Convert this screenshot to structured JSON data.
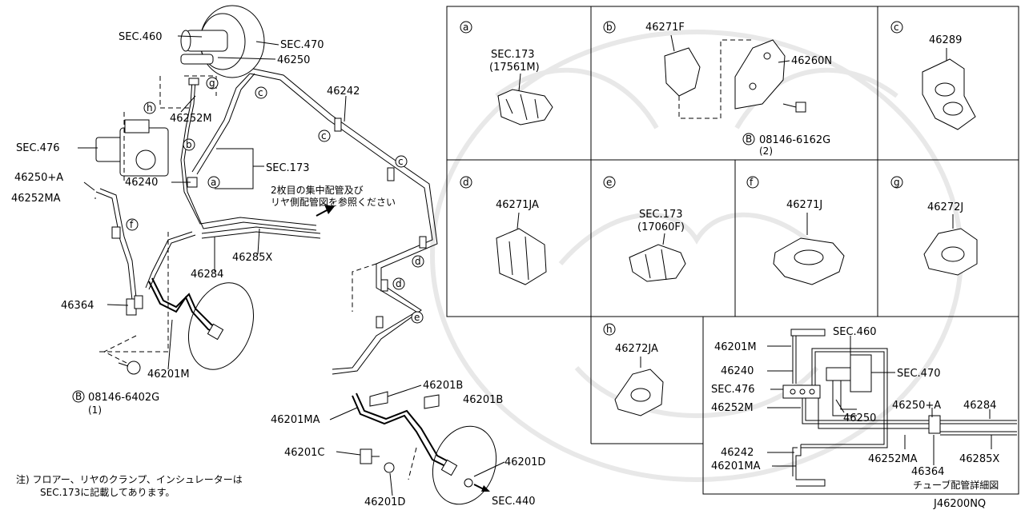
{
  "labels": {
    "sec460": "SEC.460",
    "sec470": "SEC.470",
    "p46250": "46250",
    "p46252M": "46252M",
    "sec476": "SEC.476",
    "p46250A": "46250+A",
    "p46252MA": "46252MA",
    "p46240": "46240",
    "sec173": "SEC.173",
    "p46242": "46242",
    "p46285X": "46285X",
    "p46284": "46284",
    "p46364": "46364",
    "p46201M": "46201M",
    "bolt_main": "08146-6402G",
    "bolt_main_qty": "(1)",
    "p46201B_1": "46201B",
    "p46201B_2": "46201B",
    "p46201MA": "46201MA",
    "p46201C": "46201C",
    "p46201D_1": "46201D",
    "p46201D_2": "46201D",
    "sec440": "SEC.440",
    "jp_ref_1": "2枚目の集中配管及び",
    "jp_ref_2": "リヤ側配管図を参照ください",
    "note_1": "注) フロアー、リヤのクランプ、インシュレーターは",
    "note_2": "SEC.173に記載してあります。",
    "diagram_id": "J46200NQ"
  },
  "callouts": {
    "a": "a",
    "b": "b",
    "c": "c",
    "d": "d",
    "e": "e",
    "f": "f",
    "g": "g",
    "h": "h"
  },
  "bolt_symbol": "B",
  "panels": {
    "a": {
      "letter": "a",
      "label1": "SEC.173",
      "label2": "(17561M)"
    },
    "b": {
      "letter": "b",
      "label1": "46271F",
      "label2": "46260N",
      "bolt": "08146-6162G",
      "qty": "(2)"
    },
    "c": {
      "letter": "c",
      "label1": "46289"
    },
    "d": {
      "letter": "d",
      "label1": "46271JA"
    },
    "e": {
      "letter": "e",
      "label1": "SEC.173",
      "label2": "(17060F)"
    },
    "f": {
      "letter": "f",
      "label1": "46271J"
    },
    "g": {
      "letter": "g",
      "label1": "46272J"
    },
    "h": {
      "letter": "h",
      "label1": "46272JA"
    }
  },
  "detail": {
    "p46201M": "46201M",
    "sec460": "SEC.460",
    "p46240": "46240",
    "sec470": "SEC.470",
    "sec476": "SEC.476",
    "p46252M": "46252M",
    "p46250": "46250",
    "p46250A": "46250+A",
    "p46284": "46284",
    "p46242": "46242",
    "p46201MA": "46201MA",
    "p46252MA": "46252MA",
    "p46364": "46364",
    "p46285X": "46285X",
    "caption": "チューブ配管詳細図"
  }
}
